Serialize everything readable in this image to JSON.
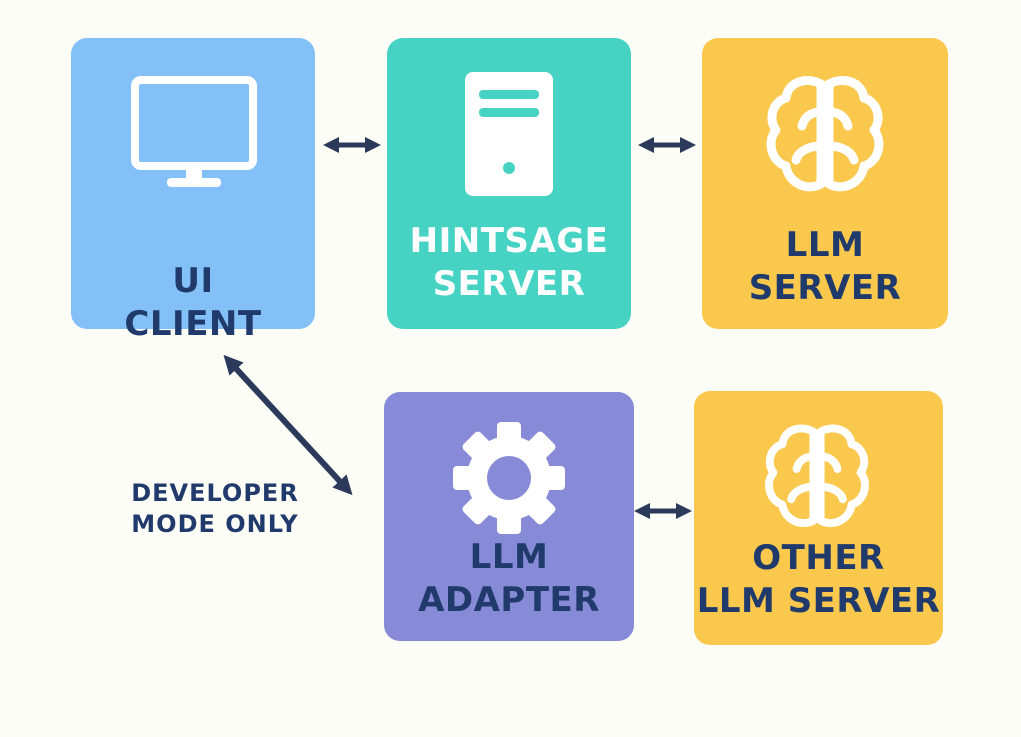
{
  "colors": {
    "background": "#fdfdf8",
    "ui_client": "#82c0f7",
    "hintsage_server": "#47d3c4",
    "llm_server": "#fac84d",
    "llm_adapter": "#878ad6",
    "other_llm_server": "#fac84d",
    "text_dark": "#1f3a6b",
    "text_light": "#ffffff",
    "icon": "#ffffff",
    "arrow": "#2b3a5a"
  },
  "nodes": {
    "ui_client": {
      "line1": "UI",
      "line2": "CLIENT",
      "icon": "monitor-icon"
    },
    "hintsage_server": {
      "line1": "HINTSAGE",
      "line2": "SERVER",
      "icon": "server-icon"
    },
    "llm_server": {
      "line1": "LLM",
      "line2": "SERVER",
      "icon": "brain-icon"
    },
    "llm_adapter": {
      "line1": "LLM",
      "line2": "ADAPTER",
      "icon": "gear-icon"
    },
    "other_llm_server": {
      "line1": "OTHER",
      "line2": "LLM SERVER",
      "icon": "brain-icon"
    }
  },
  "connections": [
    {
      "from": "ui_client",
      "to": "hintsage_server",
      "direction": "bidirectional"
    },
    {
      "from": "hintsage_server",
      "to": "llm_server",
      "direction": "bidirectional"
    },
    {
      "from": "ui_client",
      "to": "llm_adapter",
      "direction": "bidirectional"
    },
    {
      "from": "llm_adapter",
      "to": "other_llm_server",
      "direction": "bidirectional"
    }
  ],
  "note": {
    "line1": "DEVELOPER",
    "line2": "MODE ONLY"
  }
}
